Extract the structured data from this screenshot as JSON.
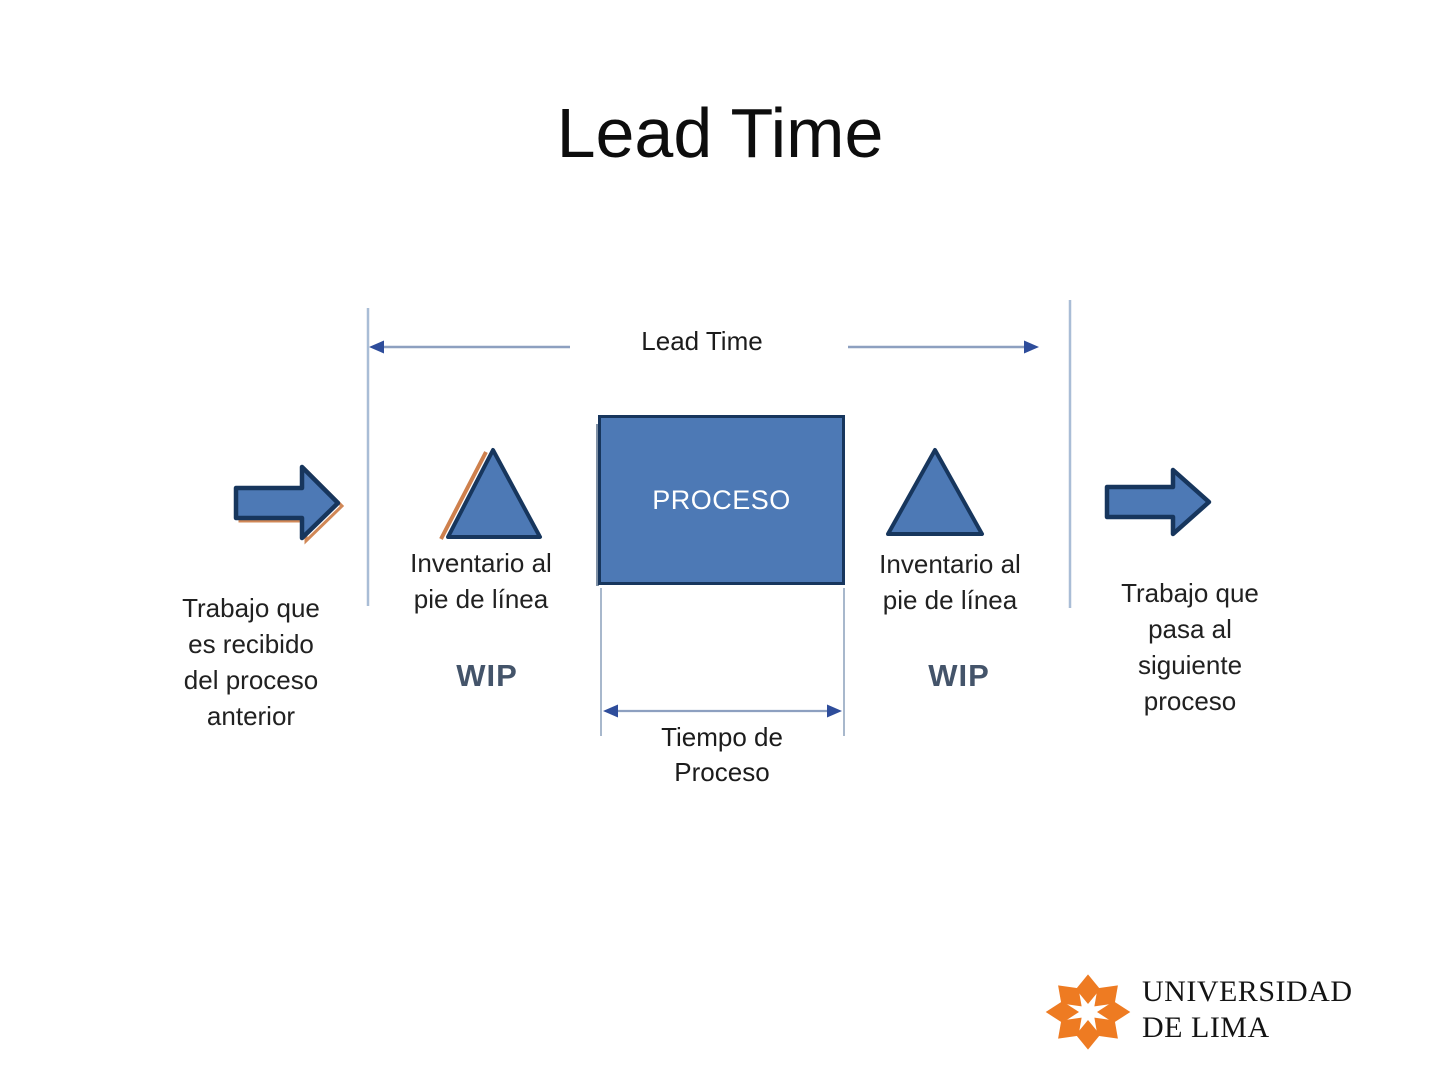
{
  "slide": {
    "title": "Lead Time"
  },
  "diagram": {
    "lead_time_label": "Lead Time",
    "process_box_label": "PROCESO",
    "process_time_label": "Tiempo de\nProceso",
    "incoming_note": "Trabajo que\nes recibido\ndel proceso\nanterior",
    "outgoing_note": "Trabajo que\npasa al\nsiguiente\nproceso",
    "inventory_left_label": "Inventario al\npie de línea",
    "inventory_right_label": "Inventario al\npie de línea",
    "wip_left_label": "WIP",
    "wip_right_label": "WIP"
  },
  "logo": {
    "university_name": "UNIVERSIDAD\nDE LIMA"
  },
  "colors": {
    "shape_fill": "#4d79b5",
    "shape_border": "#17365d",
    "dimension_line": "#8da0c0",
    "dimension_arrowhead": "#2e4d9b",
    "boundary_line": "#a9bdd6",
    "guide_line": "#9fb0c6",
    "wip_text": "#44546a",
    "accent_orange": "#c9733a",
    "logo_orange": "#ee7b22",
    "body_text": "#212121",
    "process_text": "#ffffff"
  }
}
